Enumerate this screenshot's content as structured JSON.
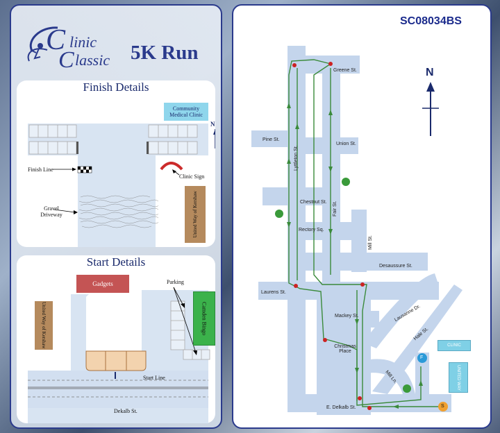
{
  "logo": {
    "letter1": "C",
    "text1": "linic",
    "letter2": "C",
    "text2": "lassic"
  },
  "event_title": "5K Run",
  "finish": {
    "title": "Finish Details",
    "community_medical_clinic": "Community Medical Clinic",
    "north": "N",
    "finish_line": "Finish Line",
    "clinic_sign": "Clinic Sign",
    "gravel_driveway": "Gravel Driveway",
    "united_way": "United Way of Kershaw"
  },
  "start": {
    "title": "Start Details",
    "gadgets": "Gadgets",
    "parking": "Parking",
    "camden_bingo": "Camden Bingo",
    "united_way": "United Way of Kershaw",
    "start_line": "Start Line",
    "dekalb_st": "Dekalb St."
  },
  "map": {
    "code": "SC08034BS",
    "north": "N",
    "streets": {
      "greene": "Greene St.",
      "pine": "Pine St.",
      "union": "Union St.",
      "lyttleton": "Lyttleton St.",
      "chestnut": "Chestnut St.",
      "fair": "Fair St.",
      "rectory": "Rectory Sq.",
      "mill": "Mill St.",
      "desaussure": "Desaussure St.",
      "laurens": "Laurens St.",
      "lausanne": "Lausanne Dr.",
      "mackey": "Mackey St.",
      "hale": "Hale St.",
      "christmas": "Christmas Place",
      "mill_ln": "Mill Ln.",
      "e_delkalb": "E. Delkalb St."
    },
    "clinic": "CLINIC",
    "united_way": "UNITED WAY",
    "finish_marker": "F",
    "start_marker": "S",
    "water_stations": [
      "",
      "",
      ""
    ]
  },
  "colors": {
    "brand": "#2a3a8c",
    "road": "#c4d5ec",
    "route": "#3a8a3a",
    "mile_marker": "#cc2222"
  }
}
